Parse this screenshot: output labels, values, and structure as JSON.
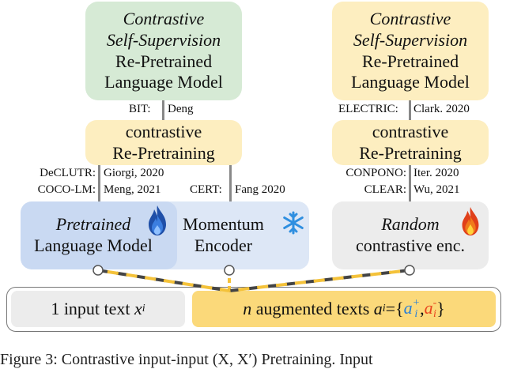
{
  "boxes": {
    "left_top": {
      "line1": "Contrastive",
      "line2": "Self-Supervision",
      "line3": "Re-Pretrained",
      "line4": "Language Model"
    },
    "right_top": {
      "line1": "Contrastive",
      "line2": "Self-Supervision",
      "line3": "Re-Pretrained",
      "line4": "Language Model"
    },
    "left_mid": {
      "line1": "contrastive",
      "line2": "Re-Pretraining"
    },
    "right_mid": {
      "line1": "contrastive",
      "line2": "Re-Pretraining"
    },
    "pretrained": {
      "line1": "Pretrained",
      "line2": "Language Model"
    },
    "momentum": {
      "line1": "Momentum",
      "line2": "Encoder"
    },
    "random": {
      "line1": "Random",
      "line2": "contrastive enc."
    },
    "input": {
      "prefix": "1 input text ",
      "var": "x",
      "sub": "i"
    },
    "augmented": {
      "n": "n",
      "text": " augmented texts ",
      "a": "a",
      "sub": "i",
      "eq": "={",
      "plus": "+",
      "minus": "-",
      "close": "}"
    }
  },
  "labels": {
    "bit": {
      "left": "BIT:",
      "right": "Deng"
    },
    "electric": {
      "left": "ELECTRIC:",
      "right": "Clark. 2020"
    },
    "declutr": {
      "left": "DeCLUTR:",
      "right": "Giorgi, 2020"
    },
    "cocolm": {
      "left": "COCO-LM:",
      "right": "Meng, 2021"
    },
    "cert": {
      "left": "CERT:",
      "right": "Fang 2020"
    },
    "conpono": {
      "left": "CONPONO:",
      "right": "Iter. 2020"
    },
    "clear": {
      "left": "CLEAR:",
      "right": "Wu, 2021"
    }
  },
  "caption": "Figure 3:  Contrastive input-input (X, X′) Pretraining. Input",
  "colors": {
    "green": "#d6ead5",
    "yellow": "#fdeec0",
    "blue": "#c9d9f2",
    "light_blue": "#dde7f6",
    "grey": "#ececec",
    "ice_blue": "#2f8fe0",
    "flame_orange": "#f07a1c"
  },
  "icons": [
    "blue-flame-icon",
    "snowflake-icon",
    "orange-flame-icon"
  ]
}
